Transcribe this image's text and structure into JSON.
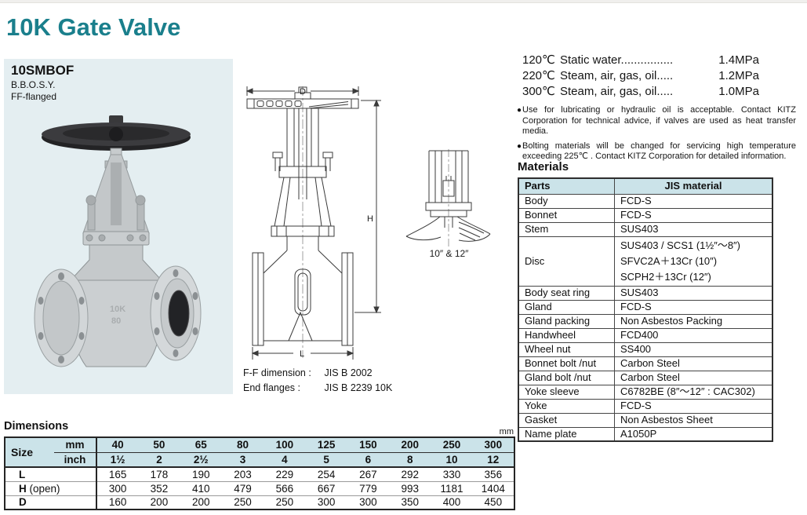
{
  "page": {
    "title": "10K Gate Valve"
  },
  "theme": {
    "accent": "#1A7F8C",
    "panel_bg": "#E4EEF1",
    "table_header_bg": "#CBE3E9",
    "handwheel_dark": "#2D2D2F",
    "metal_gray": "#C9CDCF"
  },
  "product": {
    "model": "10SMBOF",
    "construction": "B.B.O.S.Y.",
    "flange": "FF-flanged"
  },
  "drawing": {
    "d_label": "D",
    "h_label": "H",
    "l_label": "L",
    "variant_caption": "10″ & 12″",
    "cast_mark_1": "10K",
    "cast_mark_2": "80"
  },
  "standards": [
    {
      "label": "F-F dimension :",
      "value": "JIS B 2002"
    },
    {
      "label": "End flanges :",
      "value": "JIS B 2239 10K"
    }
  ],
  "ratings": [
    {
      "temp": "120℃",
      "service": "Static water................",
      "value": "1.4MPa"
    },
    {
      "temp": "220℃",
      "service": "Steam, air, gas, oil.....",
      "value": "1.2MPa"
    },
    {
      "temp": "300℃",
      "service": "Steam, air, gas, oil.....",
      "value": "1.0MPa"
    }
  ],
  "notes_bullet": "●",
  "notes": [
    "Use for lubricating or hydraulic oil is acceptable. Contact KITZ Corporation for technical advice, if valves are used as heat transfer media.",
    "Bolting materials will be changed for servicing high temperature exceeding 225℃ . Contact KITZ Corporation for detailed information."
  ],
  "materials": {
    "heading": "Materials",
    "columns": [
      "Parts",
      "JIS material"
    ],
    "rows": [
      {
        "part": "Body",
        "material": "FCD-S"
      },
      {
        "part": "Bonnet",
        "material": "FCD-S"
      },
      {
        "part": "Stem",
        "material": "SUS403"
      },
      {
        "part": "Disc",
        "material": "SUS403 / SCS1 (1½″～8″)\nSFVC2A＋13Cr (10″)\nSCPH2＋13Cr (12″)"
      },
      {
        "part": "Body seat ring",
        "material": "SUS403"
      },
      {
        "part": "Gland",
        "material": "FCD-S"
      },
      {
        "part": "Gland packing",
        "material": "Non Asbestos Packing"
      },
      {
        "part": "Handwheel",
        "material": "FCD400"
      },
      {
        "part": "Wheel nut",
        "material": "SS400"
      },
      {
        "part": "Bonnet bolt /nut",
        "material": "Carbon Steel"
      },
      {
        "part": "Gland bolt /nut",
        "material": "Carbon Steel"
      },
      {
        "part": "Yoke sleeve",
        "material": "C6782BE (8″～12″ : CAC302)"
      },
      {
        "part": "Yoke",
        "material": "FCD-S"
      },
      {
        "part": "Gasket",
        "material": "Non Asbestos Sheet"
      },
      {
        "part": "Name plate",
        "material": "A1050P"
      }
    ]
  },
  "dimensions": {
    "heading": "Dimensions",
    "unit_note": "mm",
    "size_label": "Size",
    "row_mm_label": "mm",
    "row_inch_label": "inch",
    "sizes_mm": [
      "40",
      "50",
      "65",
      "80",
      "100",
      "125",
      "150",
      "200",
      "250",
      "300"
    ],
    "sizes_inch": [
      "1½",
      "2",
      "2½",
      "3",
      "4",
      "5",
      "6",
      "8",
      "10",
      "12"
    ],
    "rows": [
      {
        "bold": "L",
        "rest": "",
        "values": [
          "165",
          "178",
          "190",
          "203",
          "229",
          "254",
          "267",
          "292",
          "330",
          "356"
        ]
      },
      {
        "bold": "H",
        "rest": " (open)",
        "values": [
          "300",
          "352",
          "410",
          "479",
          "566",
          "667",
          "779",
          "993",
          "1181",
          "1404"
        ]
      },
      {
        "bold": "D",
        "rest": "",
        "values": [
          "160",
          "200",
          "200",
          "250",
          "250",
          "300",
          "300",
          "350",
          "400",
          "450"
        ]
      }
    ]
  }
}
